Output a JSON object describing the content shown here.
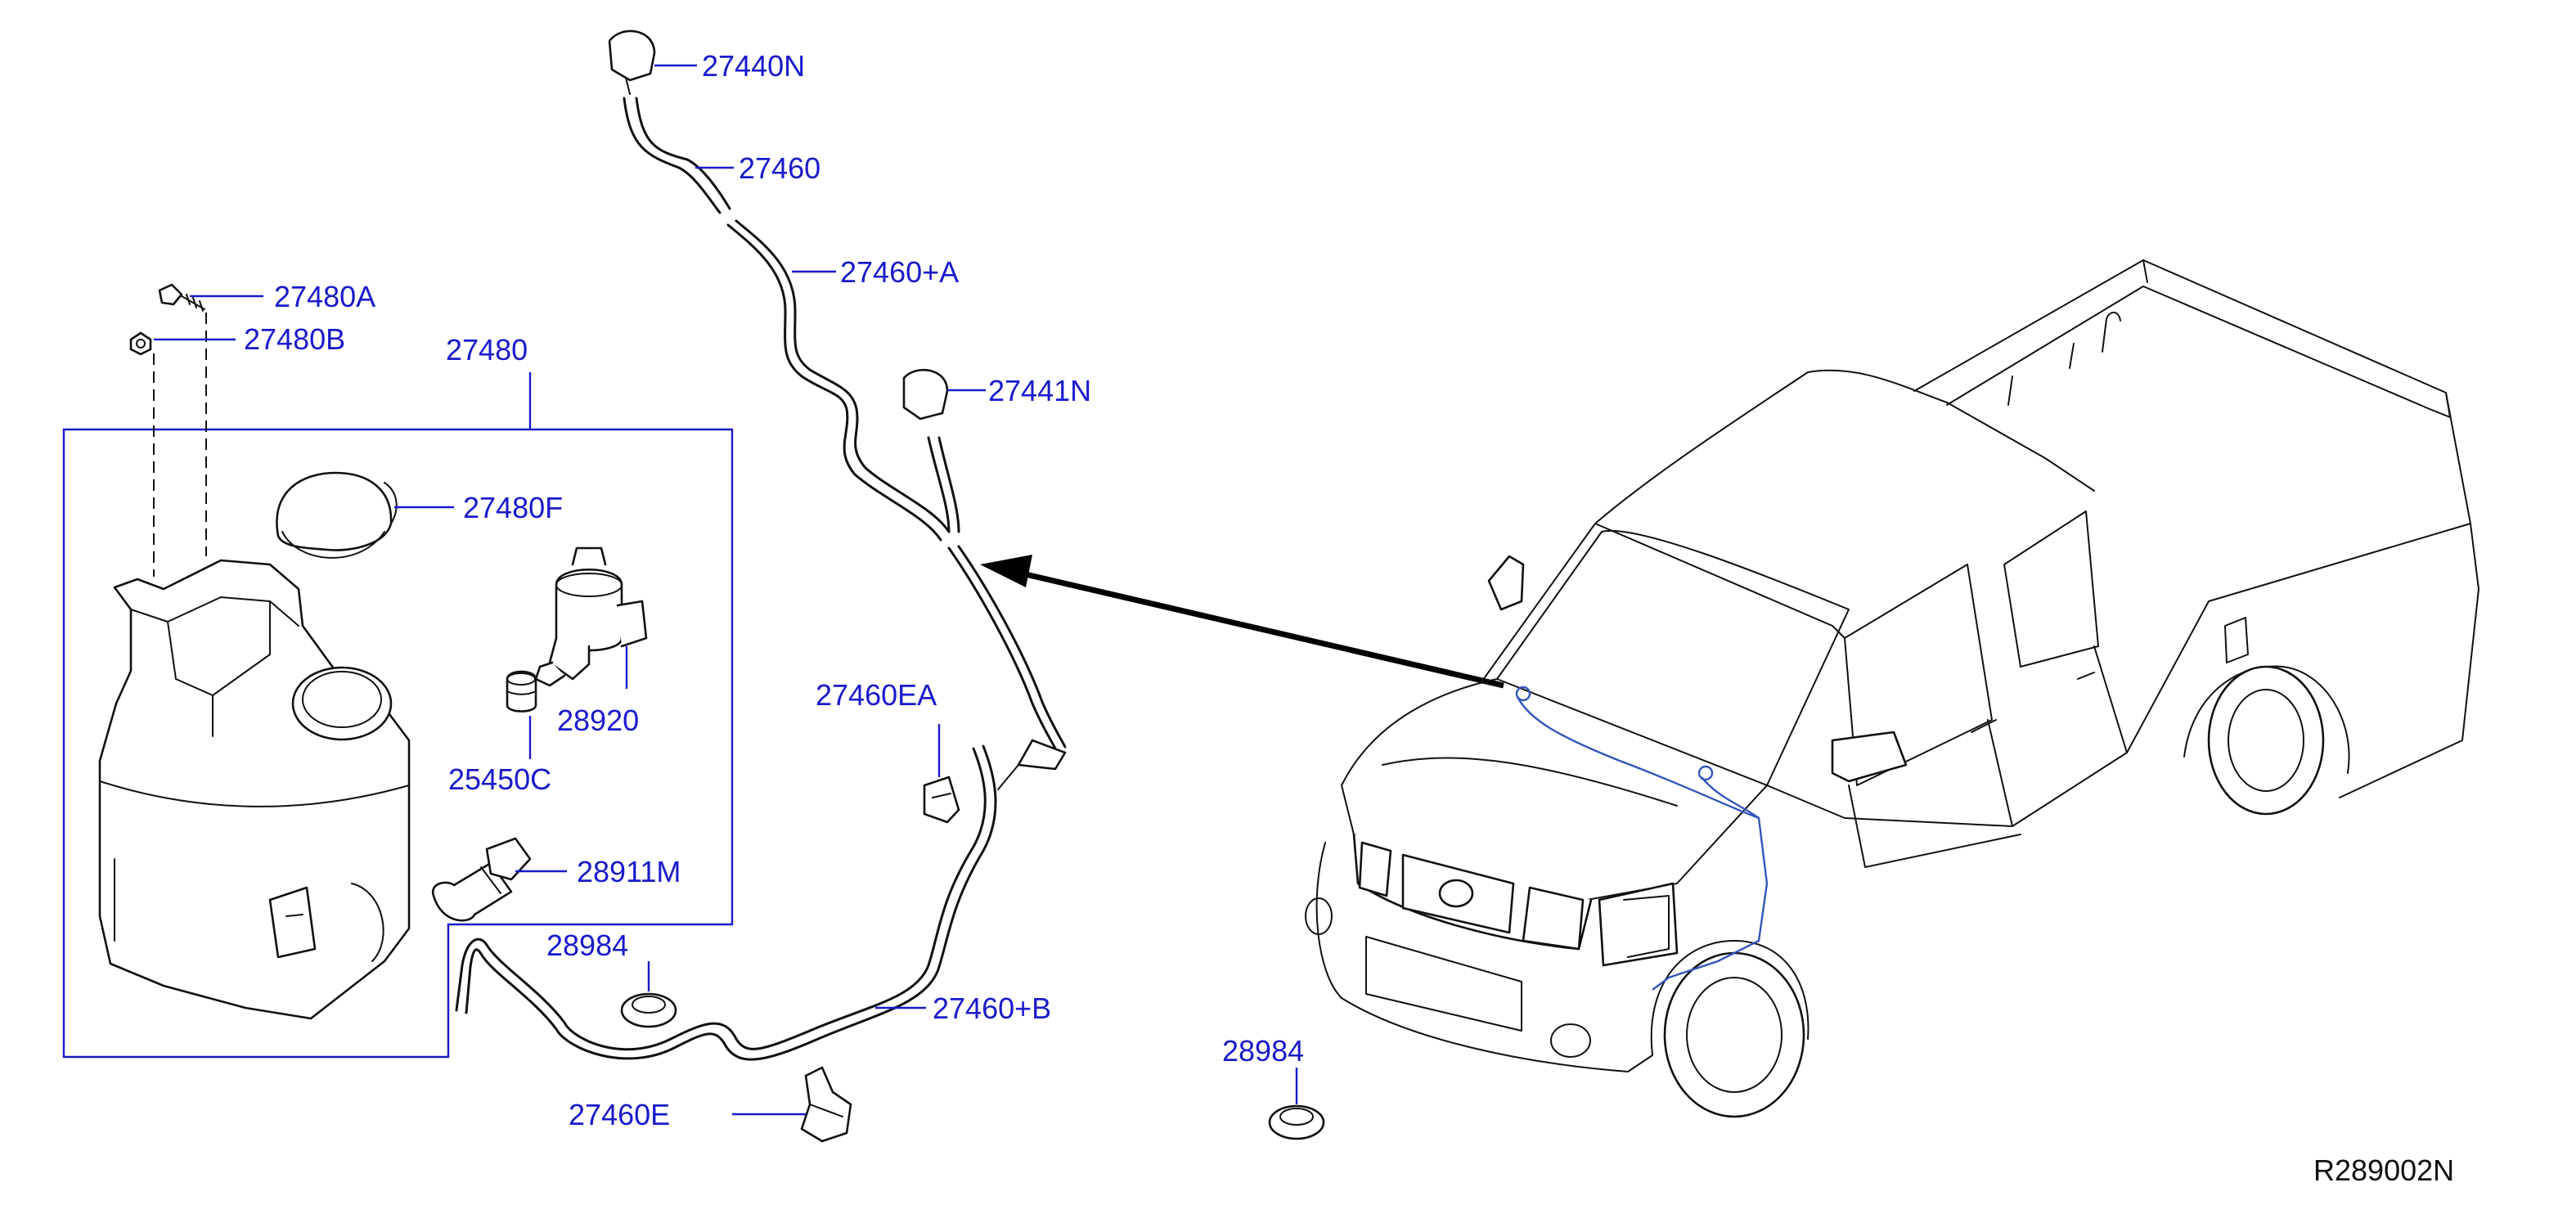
{
  "diagram": {
    "labels": {
      "p27440N": "27440N",
      "p27460": "27460",
      "p27460A": "27460+A",
      "p27441N": "27441N",
      "p27480A": "27480A",
      "p27480B": "27480B",
      "p27480": "27480",
      "p27480F": "27480F",
      "p28920": "28920",
      "p25450C": "25450C",
      "p27460EA": "27460EA",
      "p28911M": "28911M",
      "p28984a": "28984",
      "p27460B": "27460+B",
      "p27460E": "27460E",
      "p28984b": "28984"
    },
    "reference_code": "R289002N"
  },
  "colors": {
    "label": "#1a1acc",
    "line_art": "#111111",
    "background": "#ffffff"
  }
}
